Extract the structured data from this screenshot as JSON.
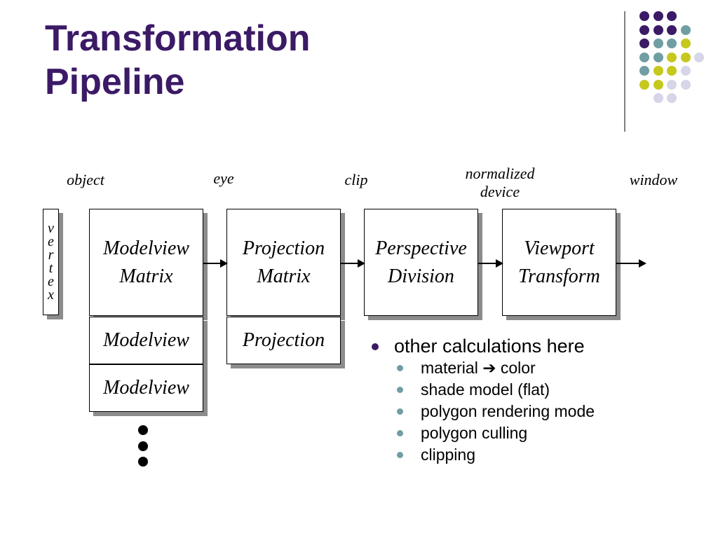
{
  "slide": {
    "title_line1": "Transformation",
    "title_line2": "Pipeline"
  },
  "colors": {
    "title": "#3b1a66",
    "purple": "#3b1a66",
    "teal": "#6f9ea3",
    "yellow": "#c6c81e",
    "lavender": "#d7d5e8"
  },
  "decoration": {
    "dot_grid": [
      [
        "purple",
        "purple",
        "purple"
      ],
      [
        "purple",
        "purple",
        "purple",
        "teal"
      ],
      [
        "purple",
        "teal",
        "teal",
        "yellow"
      ],
      [
        "teal",
        "teal",
        "yellow",
        "yellow",
        "lavender"
      ],
      [
        "teal",
        "yellow",
        "yellow",
        "lavender"
      ],
      [
        "yellow",
        "yellow",
        "lavender",
        "lavender"
      ],
      [
        "lavender",
        "lavender"
      ]
    ]
  },
  "labels": {
    "object": "object",
    "eye": "eye",
    "clip": "clip",
    "normalized_device": "normalized device",
    "window": "window"
  },
  "vertex": [
    "v",
    "e",
    "r",
    "t",
    "e",
    "x"
  ],
  "stages": {
    "modelview": [
      "Modelview",
      "Matrix"
    ],
    "projection": [
      "Projection",
      "Matrix"
    ],
    "perspective": [
      "Perspective",
      "Division"
    ],
    "viewport": [
      "Viewport",
      "Transform"
    ]
  },
  "stacks": {
    "modelview_1": "Modelview",
    "modelview_2": "Modelview",
    "projection_1": "Projection"
  },
  "bullets": {
    "main": "other calculations here",
    "sub": [
      "material ➔ color",
      "shade model (flat)",
      "polygon rendering mode",
      "polygon culling",
      "clipping"
    ]
  }
}
